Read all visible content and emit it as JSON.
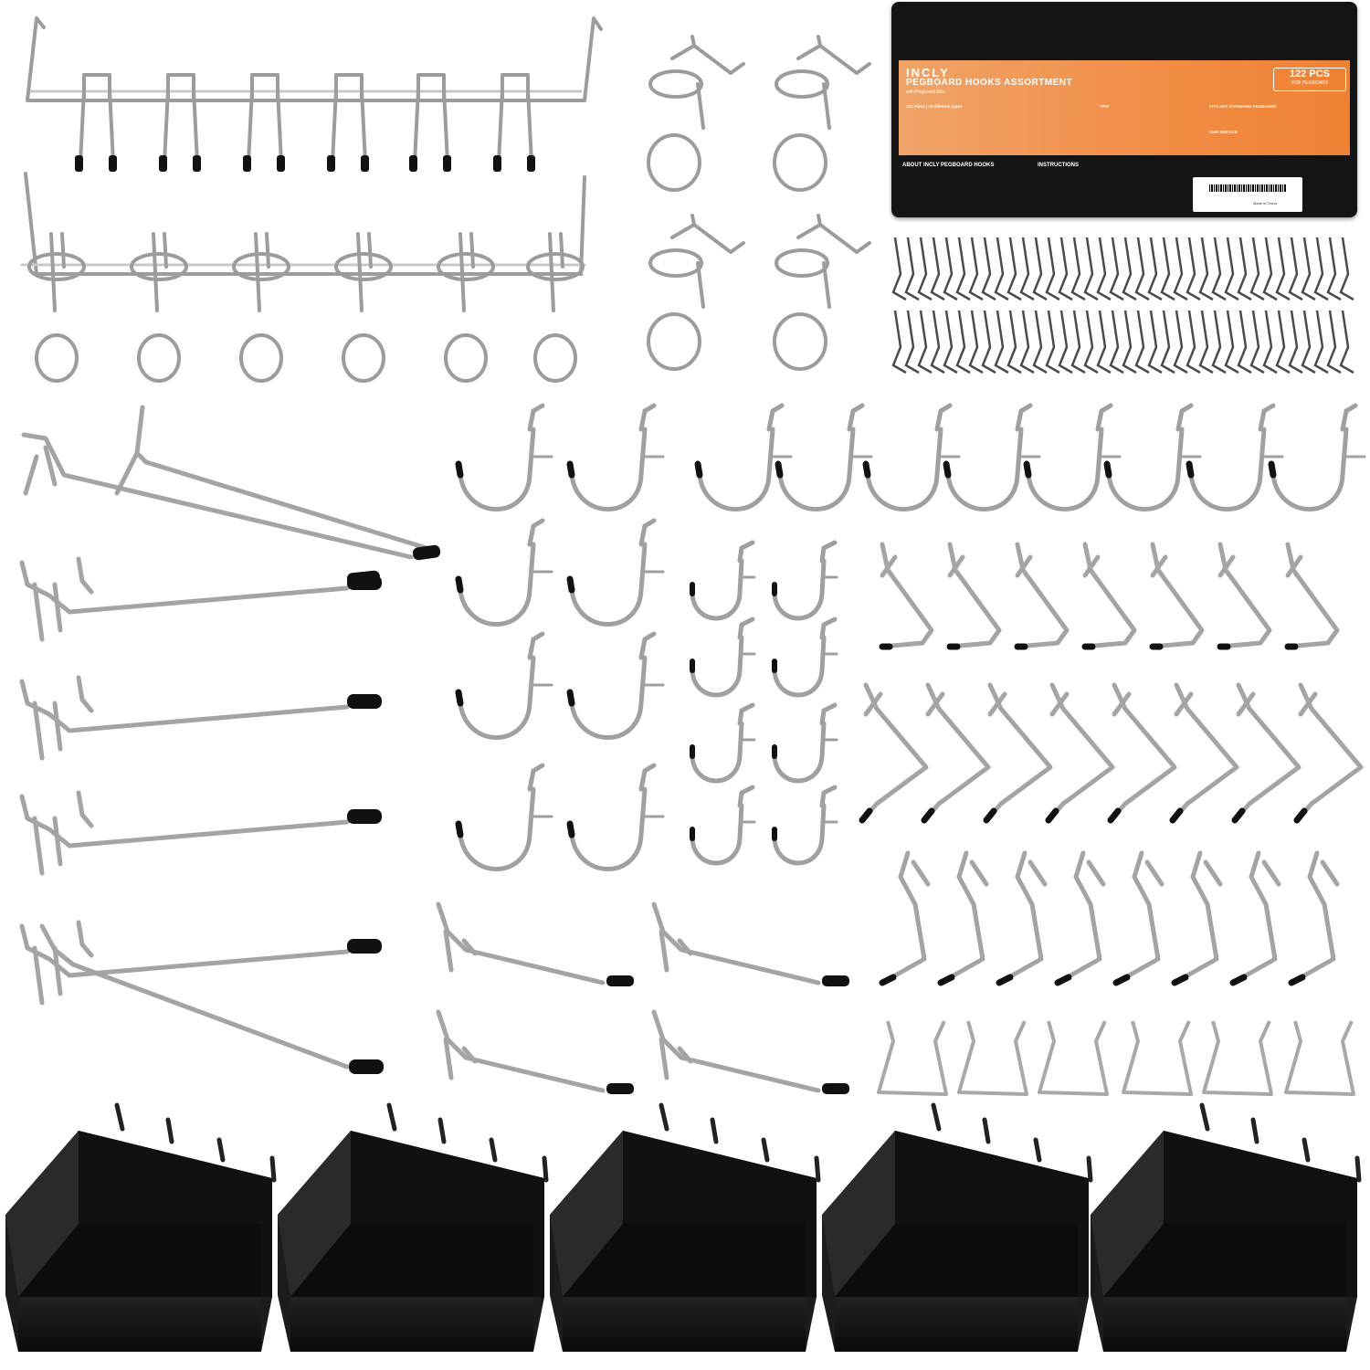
{
  "box": {
    "brand": "INCLY",
    "title": "PEGBOARD HOOKS ASSORTMENT",
    "subtitle": "with Pegboard Bins",
    "badge_count": "122 PCS",
    "badge_for": "FOR PEGBOARD",
    "col1_head": "122 Piece | 15 different types",
    "col2_head": "TIPS",
    "col3_head": "FITS ANY STANDARD PEGBOARD",
    "service_head": "OUR SERVICE",
    "about_head": "ABOUT INCLY PEGBOARD HOOKS",
    "instructions_head": "INSTRUCTIONS",
    "made_in": "Made in China"
  },
  "colors": {
    "steel": "#c4c4c4",
    "steel_dark": "#8a8a8a",
    "bin": "#141414",
    "accent_orange": "#f28c45"
  },
  "items": [
    "double-hook-strip-rack",
    "ring-hook-strip-rack",
    "ring-hooks",
    "pegboard-locks",
    "long-straight-hooks",
    "j-hooks",
    "angled-hooks",
    "tool-clips",
    "pegboard-bins"
  ]
}
